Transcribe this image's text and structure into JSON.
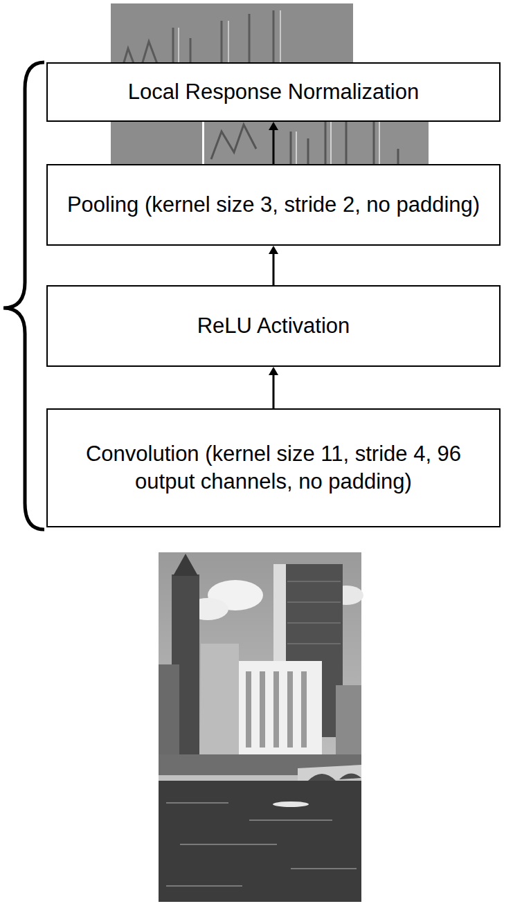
{
  "diagram": {
    "nodes": [
      {
        "text": [
          "Local Response Normalization"
        ]
      },
      {
        "text": [
          "Pooling (kernel size 3, stride 2, no padding)"
        ]
      },
      {
        "text": [
          "ReLU Activation"
        ]
      },
      {
        "text": [
          "Convolution (kernel size 11, stride 4, 96 output channels, no padding)"
        ]
      }
    ],
    "edges": [
      {
        "from": 3,
        "to": 2,
        "arrow": "to"
      },
      {
        "from": 2,
        "to": 1,
        "arrow": "to"
      },
      {
        "from": 1,
        "to": 0,
        "arrow": "to"
      }
    ]
  }
}
